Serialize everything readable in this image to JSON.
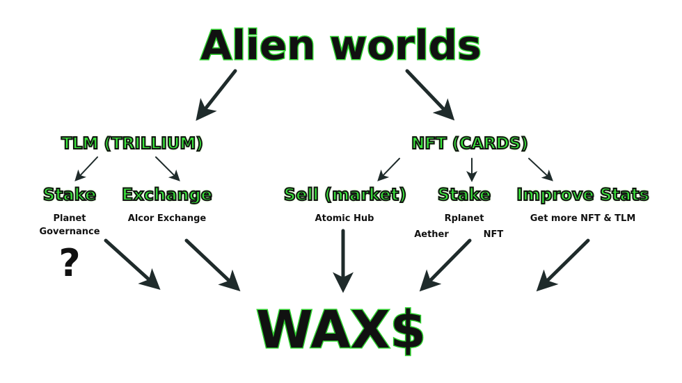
{
  "title": "Alien worlds",
  "branches": {
    "tlm": {
      "label": "TLM (TRILLIUM)",
      "stake": {
        "label": "Stake",
        "detail_line1": "Planet",
        "detail_line2": "Governance",
        "mark": "?"
      },
      "exchange": {
        "label": "Exchange",
        "detail": "Alcor Exchange"
      }
    },
    "nft": {
      "label": "NFT (CARDS)",
      "sell": {
        "label": "Sell (market)",
        "detail": "Atomic Hub"
      },
      "stake": {
        "label": "Stake",
        "detail": "Rplanet",
        "sub_left": "Aether",
        "sub_right": "NFT"
      },
      "improve": {
        "label": "Improve Stats",
        "detail": "Get more NFT & TLM"
      }
    }
  },
  "result": "WAX$",
  "colors": {
    "accent": "#39e83a",
    "outline": "#111111",
    "arrow": "#1f2b2b"
  }
}
